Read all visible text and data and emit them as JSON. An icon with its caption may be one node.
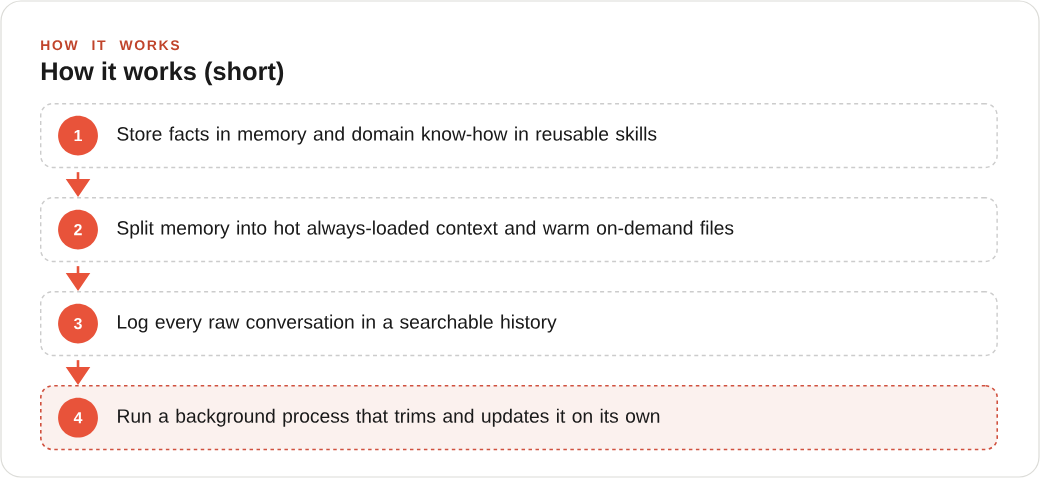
{
  "diagram": {
    "title": "How it works (short)",
    "nodes": [
      {
        "text": [
          "Store facts in memory and domain know-how in reusable skills"
        ]
      },
      {
        "text": [
          "1"
        ],
        "in": 0
      },
      {
        "text": [
          "Split memory into hot always-loaded context and warm on-demand files"
        ]
      },
      {
        "text": [
          "2"
        ],
        "in": 2
      },
      {
        "text": [
          "Log every raw conversation in a searchable history"
        ]
      },
      {
        "text": [
          "3"
        ],
        "in": 4
      },
      {
        "text": [
          "Run a background process that trims and updates it on its own"
        ]
      },
      {
        "text": [
          "4"
        ],
        "in": 6
      }
    ],
    "edges": [
      {
        "from": 0,
        "to": 2,
        "arrow": "to"
      },
      {
        "from": 2,
        "to": 4,
        "arrow": "to"
      },
      {
        "from": 4,
        "to": 6,
        "arrow": "to"
      }
    ],
    "labels": [
      "HOW IT WORKS"
    ]
  }
}
